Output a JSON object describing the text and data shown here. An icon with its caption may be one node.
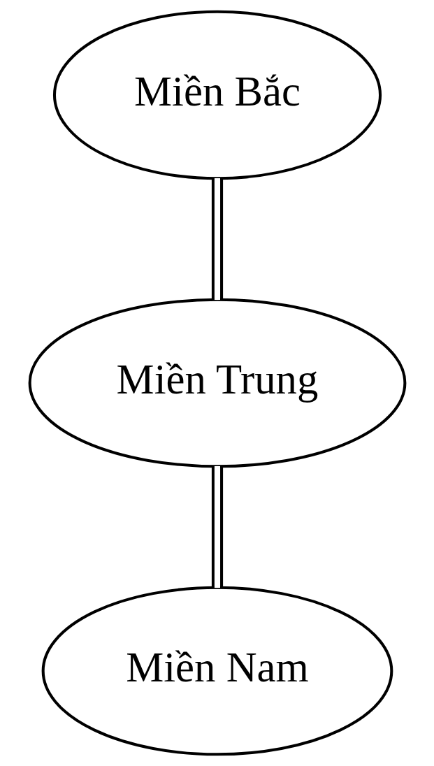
{
  "diagram": {
    "nodes": [
      {
        "text": [
          "Miền Bắc"
        ]
      },
      {
        "text": [
          "Miền Trung"
        ]
      },
      {
        "text": [
          "Miền Nam"
        ]
      }
    ],
    "edges": [
      {
        "from": 0,
        "to": 1,
        "arrow": "none"
      },
      {
        "from": 1,
        "to": 2,
        "arrow": "none"
      }
    ]
  }
}
